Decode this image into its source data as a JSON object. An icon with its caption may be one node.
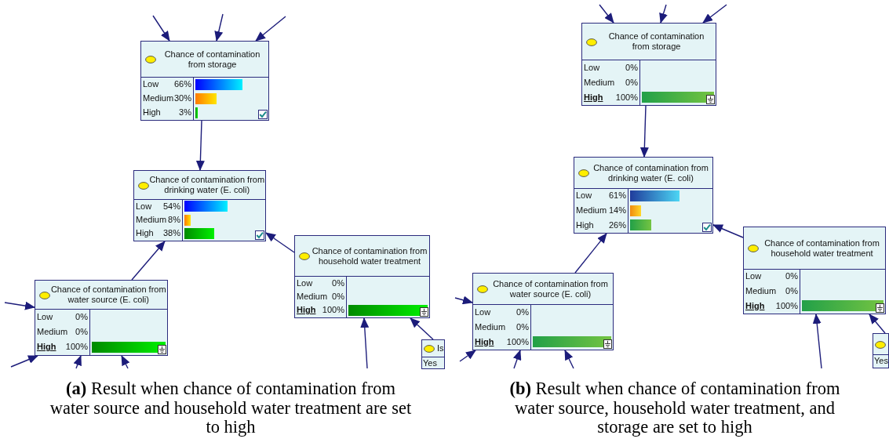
{
  "diagram": {
    "nodes": [
      {
        "text": [
          "Chance of contamination from storage",
          "Low",
          "66%",
          "Medium",
          "30%",
          "High",
          "3%"
        ]
      },
      {
        "text": [
          "Chance of contamination from drinking water (E. coli)",
          "Low",
          "54%",
          "Medium",
          "8%",
          "High",
          "38%"
        ]
      },
      {
        "text": [
          "Chance of contamination from water source (E. coli)",
          "Low",
          "0%",
          "Medium",
          "0%",
          "High",
          "100%"
        ]
      },
      {
        "text": [
          "Chance of contamination from household water treatment",
          "Low",
          "0%",
          "Medium",
          "0%",
          "High",
          "100%"
        ]
      },
      {
        "text": [
          "Is",
          "Yes"
        ]
      },
      {
        "text": [
          "Chance of contamination from storage",
          "Low",
          "0%",
          "Medium",
          "0%",
          "High",
          "100%"
        ]
      },
      {
        "text": [
          "Chance of contamination from drinking water (E. coli)",
          "Low",
          "61%",
          "Medium",
          "14%",
          "High",
          "26%"
        ]
      },
      {
        "text": [
          "Chance of contamination from water source (E. coli)",
          "Low",
          "0%",
          "Medium",
          "0%",
          "High",
          "100%"
        ]
      },
      {
        "text": [
          "Chance of contamination from household water treatment",
          "Low",
          "0%",
          "Medium",
          "0%",
          "High",
          "100%"
        ]
      },
      {
        "text": [
          "Yes"
        ]
      }
    ],
    "edges": [
      {
        "from": null,
        "to": 0,
        "arrow": "to"
      },
      {
        "from": null,
        "to": 0,
        "arrow": "to"
      },
      {
        "from": null,
        "to": 0,
        "arrow": "to"
      },
      {
        "from": 0,
        "to": 1,
        "arrow": "to"
      },
      {
        "from": 2,
        "to": 1,
        "arrow": "to"
      },
      {
        "from": 3,
        "to": 1,
        "arrow": "to"
      },
      {
        "from": null,
        "to": 2,
        "arrow": "to"
      },
      {
        "from": null,
        "to": 2,
        "arrow": "to"
      },
      {
        "from": null,
        "to": 2,
        "arrow": "to"
      },
      {
        "from": null,
        "to": 2,
        "arrow": "to"
      },
      {
        "from": null,
        "to": 3,
        "arrow": "to"
      },
      {
        "from": 4,
        "to": 3,
        "arrow": "to"
      },
      {
        "from": null,
        "to": 5,
        "arrow": "to"
      },
      {
        "from": null,
        "to": 5,
        "arrow": "to"
      },
      {
        "from": null,
        "to": 5,
        "arrow": "to"
      },
      {
        "from": 5,
        "to": 6,
        "arrow": "to"
      },
      {
        "from": 7,
        "to": 6,
        "arrow": "to"
      },
      {
        "from": 8,
        "to": 6,
        "arrow": "to"
      },
      {
        "from": null,
        "to": 7,
        "arrow": "to"
      },
      {
        "from": null,
        "to": 7,
        "arrow": "to"
      },
      {
        "from": null,
        "to": 7,
        "arrow": "to"
      },
      {
        "from": null,
        "to": 7,
        "arrow": "to"
      },
      {
        "from": null,
        "to": 8,
        "arrow": "to"
      },
      {
        "from": 9,
        "to": 8,
        "arrow": "to"
      }
    ],
    "labels": [
      "**(a)** Result when chance of contamination from water source and household water treatment are set to high",
      "**(b)** Result when chance of contamination from water source, household water treatment, and storage are set to high"
    ]
  }
}
